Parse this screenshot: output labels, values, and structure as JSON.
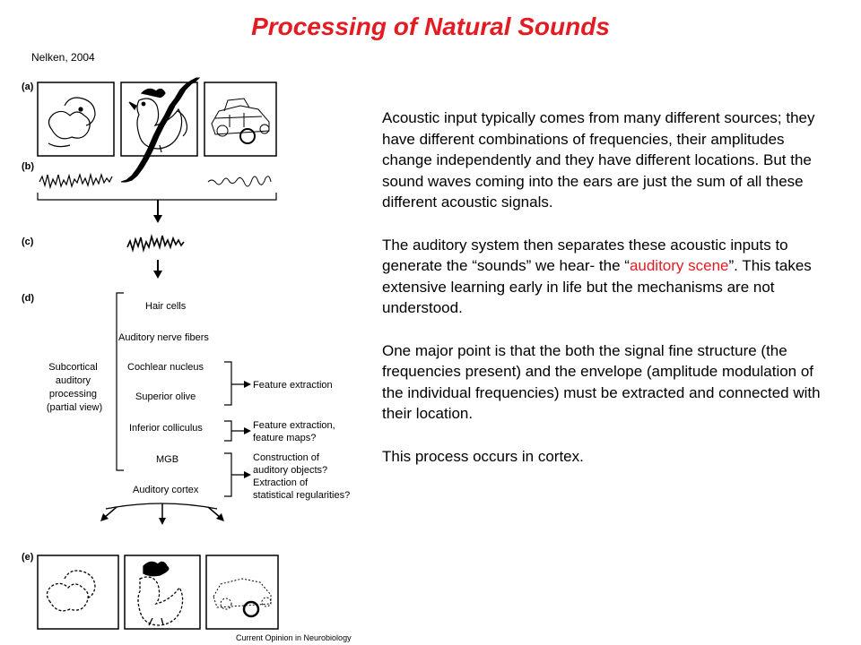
{
  "title": "Processing of Natural Sounds",
  "citation": "Nelken, 2004",
  "body": {
    "p1": "Acoustic input typically comes from many different sources; they have different combinations of frequencies, their amplitudes change independently and they have different locations. But the sound waves coming into the ears are just the sum of all these different acoustic signals.",
    "p2_before": "The auditory system then separates these acoustic inputs to generate the “sounds” we hear- the “",
    "p2_highlight": "auditory scene",
    "p2_after": "”. This takes extensive learning early in life but the mechanisms are not understood.",
    "p3": "One major point is that the both the signal fine structure (the frequencies present) and the envelope (amplitude modulation of the individual frequencies) must be extracted and connected with their location.",
    "p4": "This process occurs in cortex."
  },
  "figure": {
    "panel_labels": [
      "(a)",
      "(b)",
      "(c)",
      "(d)",
      "(e)"
    ],
    "hierarchy": [
      "Hair cells",
      "Auditory nerve fibers",
      "Cochlear nucleus",
      "Superior olive",
      "Inferior colliculus",
      "MGB",
      "Auditory cortex"
    ],
    "side_label": [
      "Subcortical",
      "auditory",
      "processing",
      "(partial view)"
    ],
    "functions": {
      "f1": [
        "Feature extraction"
      ],
      "f2": [
        "Feature extraction,",
        "feature maps?"
      ],
      "f3": [
        "Construction of",
        "auditory objects?",
        "Extraction of",
        "statistical regularities?"
      ]
    },
    "footer": "Current Opinion in Neurobiology"
  },
  "colors": {
    "accent": "#e31c23",
    "text": "#000000"
  }
}
